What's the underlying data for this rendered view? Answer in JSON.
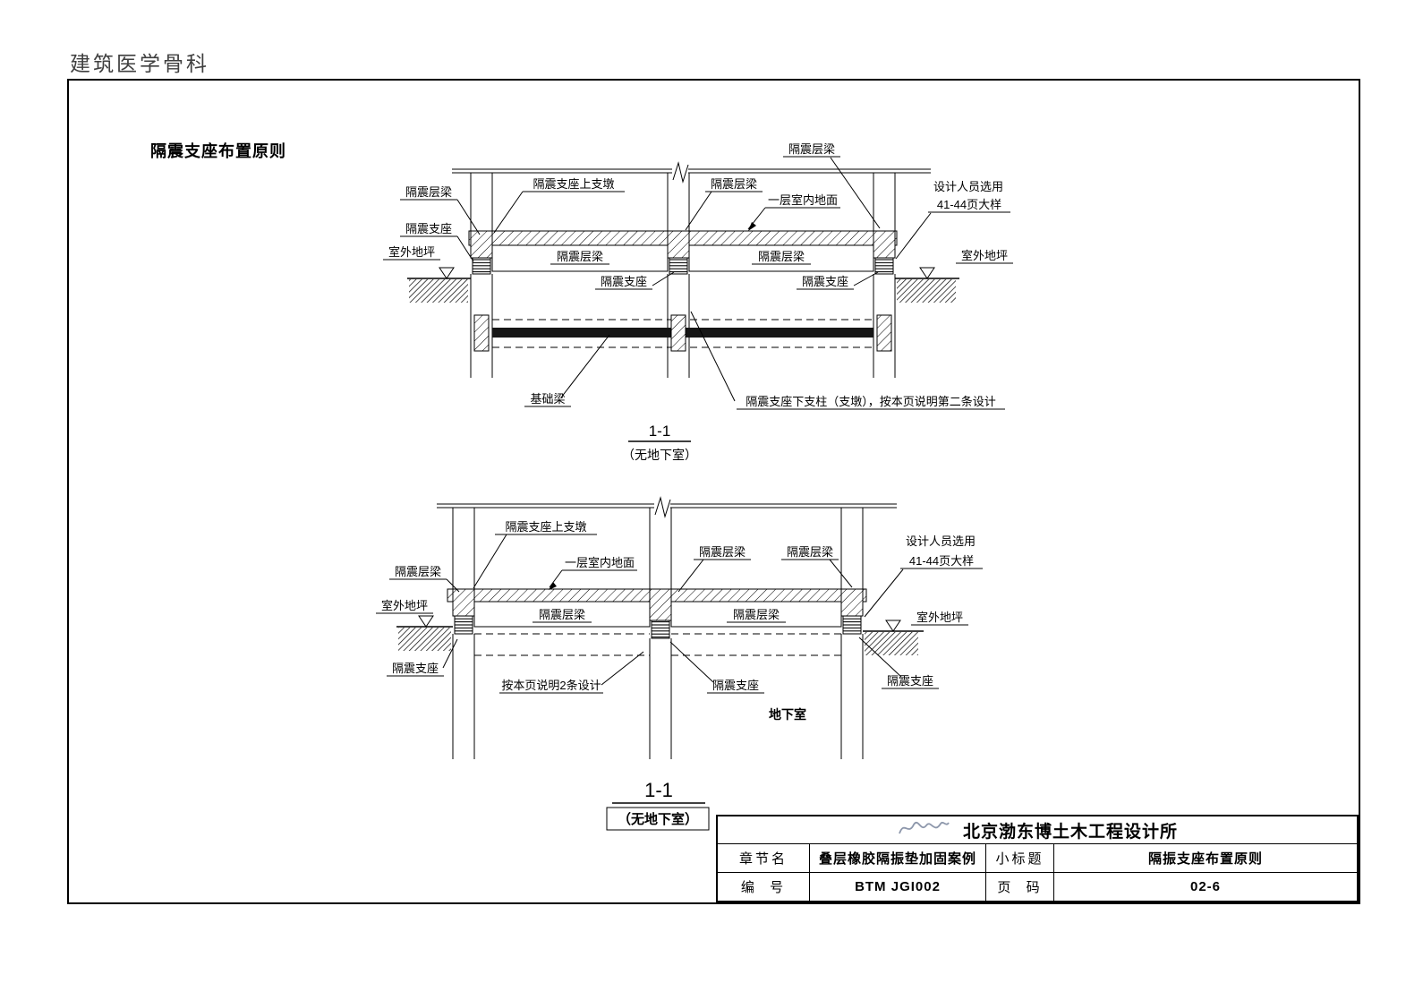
{
  "page": {
    "watermark": "建筑医学骨科",
    "title": "隔震支座布置原则"
  },
  "top": {
    "beam_top": "隔震层梁",
    "upper_pier": "隔震支座上支墩",
    "beam_mid": "隔震层梁",
    "indoor_floor": "一层室内地面",
    "designer_line1": "设计人员选用",
    "designer_line2": "41-44页大样",
    "beam_left": "隔震层梁",
    "bearing_left": "隔震支座",
    "ground_left": "室外地坪",
    "beam_in_left": "隔震层梁",
    "beam_in_right": "隔震层梁",
    "bearing_mid": "隔震支座",
    "bearing_right": "隔震支座",
    "ground_right": "室外地坪",
    "foundation_beam": "基础梁",
    "lower_column_note": "隔震支座下支柱（支墩），按本页说明第二条设计",
    "caption_num": "1-1",
    "caption_sub": "（无地下室）"
  },
  "bottom": {
    "upper_pier": "隔震支座上支墩",
    "indoor_floor": "一层室内地面",
    "beam_mid": "隔震层梁",
    "beam_right": "隔震层梁",
    "designer_line1": "设计人员选用",
    "designer_line2": "41-44页大样",
    "beam_left": "隔震层梁",
    "ground_left": "室外地坪",
    "beam_in_left": "隔震层梁",
    "beam_in_right": "隔震层梁",
    "ground_right": "室外地坪",
    "bearing_left": "隔震支座",
    "design_note": "按本页说明2条设计",
    "bearing_mid": "隔震支座",
    "bearing_right": "隔震支座",
    "basement": "地下室",
    "caption_num": "1-1",
    "caption_sub": "（无地下室）"
  },
  "title_block": {
    "company": "北京渤东博土木工程设计所",
    "chapter_label": "章节名",
    "chapter_value": "叠层橡胶隔振垫加固案例",
    "subtitle_label": "小标题",
    "subtitle_value": "隔振支座布置原则",
    "number_label": "编  号",
    "number_value": "BTM JGI002",
    "page_label": "页  码",
    "page_value": "02-6"
  }
}
